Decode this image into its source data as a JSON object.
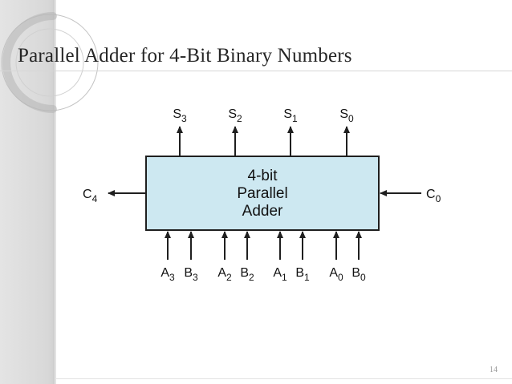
{
  "slide": {
    "title": "Parallel Adder for 4-Bit Binary Numbers",
    "number": "14"
  },
  "colors": {
    "box_fill": "#cde8f1",
    "box_stroke": "#1f1f1f",
    "accent_band": "#dcdcdc"
  },
  "diagram": {
    "block_lines": [
      "4-bit",
      "Parallel",
      "Adder"
    ],
    "outputs": [
      {
        "base": "S",
        "sub": "3"
      },
      {
        "base": "S",
        "sub": "2"
      },
      {
        "base": "S",
        "sub": "1"
      },
      {
        "base": "S",
        "sub": "0"
      }
    ],
    "carry_out": {
      "base": "C",
      "sub": "4"
    },
    "carry_in": {
      "base": "C",
      "sub": "0"
    },
    "inputs": [
      {
        "base": "A",
        "sub": "3"
      },
      {
        "base": "B",
        "sub": "3"
      },
      {
        "base": "A",
        "sub": "2"
      },
      {
        "base": "B",
        "sub": "2"
      },
      {
        "base": "A",
        "sub": "1"
      },
      {
        "base": "B",
        "sub": "1"
      },
      {
        "base": "A",
        "sub": "0"
      },
      {
        "base": "B",
        "sub": "0"
      }
    ]
  }
}
